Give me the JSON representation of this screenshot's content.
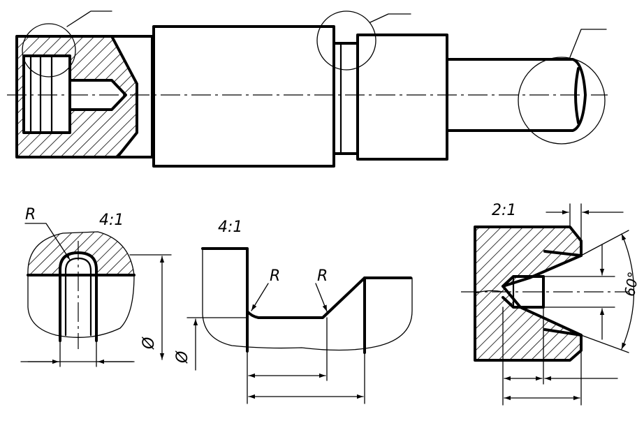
{
  "labels": {
    "scale_detail_left": "4:1",
    "scale_detail_middle": "4:1",
    "scale_detail_right": "2:1",
    "radius_left": "R",
    "radius_middle_1": "R",
    "radius_middle_2": "R",
    "diameter_left": "Ø",
    "diameter_middle": "Ø",
    "angle_right": "60°"
  },
  "colors": {
    "ink": "#000000",
    "paper": "#ffffff"
  }
}
